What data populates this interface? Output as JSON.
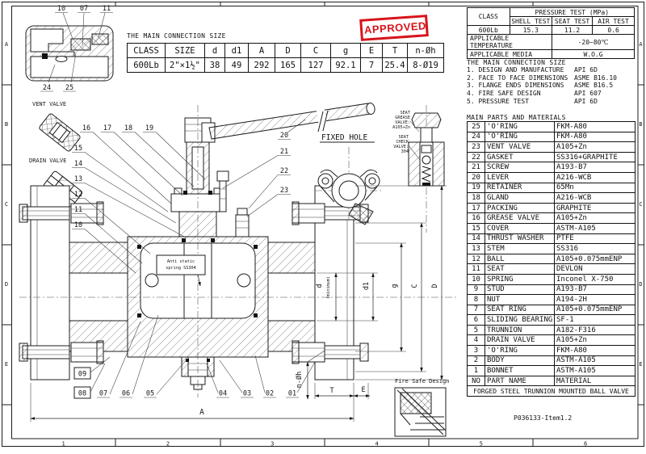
{
  "sheet": {
    "zone_letters": [
      "A",
      "B",
      "C",
      "D",
      "E"
    ],
    "zone_numbers": [
      "1",
      "2",
      "3",
      "4",
      "5",
      "6"
    ],
    "doc_number": "P036133-Item1.2"
  },
  "stamp": {
    "label": "APPROVED",
    "color": "#d8131a"
  },
  "connection_table": {
    "title": "THE MAIN CONNECTION SIZE",
    "headers": [
      "CLASS",
      "SIZE",
      "d",
      "d1",
      "A",
      "D",
      "C",
      "g",
      "E",
      "T",
      "n-Øh"
    ],
    "values": [
      "600Lb",
      "2\"×1½\"",
      "38",
      "49",
      "292",
      "165",
      "127",
      "92.1",
      "7",
      "25.4",
      "8-Ø19"
    ]
  },
  "pressure_table": {
    "class_header": "CLASS",
    "group_header": "PRESSURE TEST (MPa)",
    "col_headers": [
      "SHELL TEST",
      "SEAT TEST",
      "AIR TEST"
    ],
    "class_value": "600Lb",
    "values": [
      "15.3",
      "11.2",
      "0.6"
    ],
    "temperature_label": "APPLICABLE TEMPERATURE",
    "temperature_value": "-20~80℃",
    "media_label": "APPLICABLE MEDIA",
    "media_value": "W.O.G"
  },
  "notes": {
    "title": "THE MAIN CONNECTION SIZE",
    "items": [
      {
        "label": "1. DESIGN AND MANUFACTURE",
        "std": "API 6D"
      },
      {
        "label": "2. FACE TO FACE DIMENSIONS",
        "std": "ASME B16.10"
      },
      {
        "label": "3. FLANGE ENDS DIMENSIONS",
        "std": "ASME B16.5"
      },
      {
        "label": "4. FIRE SAFE DESIGN",
        "std": "API 607"
      },
      {
        "label": "5. PRESSURE TEST",
        "std": "API 6D"
      }
    ]
  },
  "parts_table": {
    "title": "MAIN PARTS AND MATERIALS",
    "rows": [
      {
        "no": "25",
        "name": "'O'RING",
        "material": "FKM-A80"
      },
      {
        "no": "24",
        "name": "'O'RING",
        "material": "FKM-A80"
      },
      {
        "no": "23",
        "name": "VENT VALVE",
        "material": "A105+Zn"
      },
      {
        "no": "22",
        "name": "GASKET",
        "material": "SS316+GRAPHITE"
      },
      {
        "no": "21",
        "name": "SCREW",
        "material": "A193-B7"
      },
      {
        "no": "20",
        "name": "LEVER",
        "material": "A216-WCB"
      },
      {
        "no": "19",
        "name": "RETAINER",
        "material": "65Mn"
      },
      {
        "no": "18",
        "name": "GLAND",
        "material": "A216-WCB"
      },
      {
        "no": "17",
        "name": "PACKING",
        "material": "GRAPHITE"
      },
      {
        "no": "16",
        "name": "GREASE VALVE",
        "material": "A105+Zn"
      },
      {
        "no": "15",
        "name": "COVER",
        "material": "ASTM-A105"
      },
      {
        "no": "14",
        "name": "THRUST WASHER",
        "material": "PTFE"
      },
      {
        "no": "13",
        "name": "STEM",
        "material": "SS316"
      },
      {
        "no": "12",
        "name": "BALL",
        "material": "A105+0.075mmENP"
      },
      {
        "no": "11",
        "name": "SEAT",
        "material": "DEVLON"
      },
      {
        "no": "10",
        "name": "SPRING",
        "material": "Inconel X-750"
      },
      {
        "no": "9",
        "name": "STUD",
        "material": "A193-B7"
      },
      {
        "no": "8",
        "name": "NUT",
        "material": "A194-2H"
      },
      {
        "no": "7",
        "name": "SEAT RING",
        "material": "A105+0.075mmENP"
      },
      {
        "no": "6",
        "name": "SLIDING BEARING",
        "material": "SF-1"
      },
      {
        "no": "5",
        "name": "TRUNNION",
        "material": "A182-F316"
      },
      {
        "no": "4",
        "name": "DRAIN VALVE",
        "material": "A105+Zn"
      },
      {
        "no": "3",
        "name": "'O'RING",
        "material": "FKM-A80"
      },
      {
        "no": "2",
        "name": "BODY",
        "material": "ASTM-A105"
      },
      {
        "no": "1",
        "name": "BONNET",
        "material": "ASTM-A105"
      },
      {
        "no": "NO",
        "name": "PART NAME",
        "material": "MATERIAL"
      }
    ],
    "footer": "FORGED STEEL TRUNNION MOUNTED BALL VALVE"
  },
  "drawing": {
    "labels": {
      "vent_valve": "VENT VALVE",
      "drain_valve": "DRAIN VALVE",
      "fixed_hole": "FIXED HOLE",
      "fire_safe": "Fire Safe Design",
      "anti_static_1": "Anti static",
      "anti_static_2": "spring SS304",
      "seat_grease_1": "SEAT",
      "seat_grease_2": "GREASE",
      "seat_grease_3": "VALVE:",
      "seat_grease_4": "A105+Zn",
      "seat_check_1": "SEAT",
      "seat_check_2": "CHECK",
      "seat_check_3": "VALVE:",
      "seat_check_4": "304"
    },
    "callouts": {
      "detail_top": [
        "10",
        "07",
        "11"
      ],
      "detail_bottom": [
        "24",
        "25"
      ],
      "upper": [
        "16",
        "17",
        "18",
        "19"
      ],
      "left": [
        "15",
        "14",
        "13",
        "12",
        "11",
        "10"
      ],
      "right": [
        "20",
        "21",
        "22",
        "23"
      ],
      "bottom": [
        "09",
        "08",
        "07",
        "06",
        "05",
        "04",
        "03",
        "02",
        "01"
      ]
    },
    "dims": {
      "a": "A",
      "t": "T",
      "e": "E",
      "n_oh": "n-Øh",
      "d": "d",
      "minimum": "(minimum)",
      "d1": "d1",
      "g": "g",
      "c": "C",
      "big_d": "D"
    }
  }
}
